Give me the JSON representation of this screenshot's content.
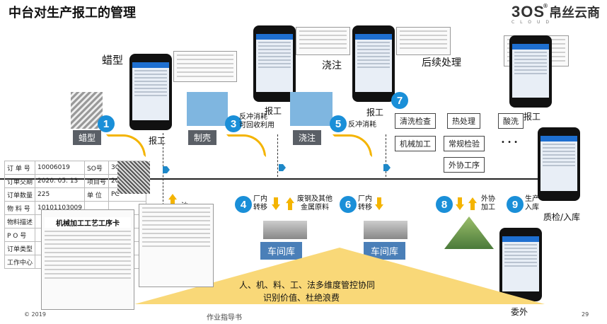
{
  "header": {
    "title": "中台对生产报工的管理"
  },
  "logo": {
    "brand": "3OS",
    "reg": "®",
    "cn": "帛丝云商",
    "sub": "CLOUD"
  },
  "steps": [
    {
      "num": "1",
      "label": "蜡型",
      "report": "报工",
      "title": "蜡型"
    },
    {
      "num": "3",
      "label": "制壳",
      "note": "反冲消耗\n可回收利用",
      "report": "报工"
    },
    {
      "num": "5",
      "label": "浇注",
      "note": "反冲消耗",
      "report": "报工",
      "title": "浇注"
    },
    {
      "num": "7",
      "report": "报工",
      "title": "后续处理"
    }
  ],
  "processes": [
    "清洗检查",
    "热处理",
    "酸洗",
    "机械加工",
    "常规检验",
    "外协工序"
  ],
  "ellipsis": "• • •",
  "transfers": [
    {
      "num": "4",
      "label": "厂内\n转移",
      "side": "废钢及其他\n金属原料"
    },
    {
      "num": "6",
      "label": "厂内\n转移"
    },
    {
      "num": "8",
      "label": "外协\n加工"
    },
    {
      "num": "9",
      "label": "生产\n入库"
    }
  ],
  "warehouse": "车间库",
  "inspect": "质检/入库",
  "outsource": "委外",
  "center_text": [
    "人、机、料、工、法多维度管控协同",
    "识别价值、杜绝浪费"
  ],
  "order": {
    "rows": [
      [
        "订 单 号",
        "10006019",
        "SO号",
        "30002411"
      ],
      [
        "订单交期",
        "2020. 05. 13",
        "项目号",
        "20"
      ],
      [
        "订单数量",
        "225",
        "单 位",
        "PC"
      ],
      [
        "物 料 号",
        "10101103009",
        "",
        ""
      ],
      [
        "物料描述",
        "",
        "",
        ""
      ],
      [
        "P O 号",
        "",
        "",
        ""
      ],
      [
        "订单类型",
        "",
        "",
        ""
      ],
      [
        "工作中心",
        "",
        "",
        ""
      ]
    ]
  },
  "card_title": "机械加工工艺工序卡",
  "sand_label": "沙",
  "footer": {
    "copyright": "© 2019",
    "doc": "作业指导书",
    "page": "29"
  }
}
